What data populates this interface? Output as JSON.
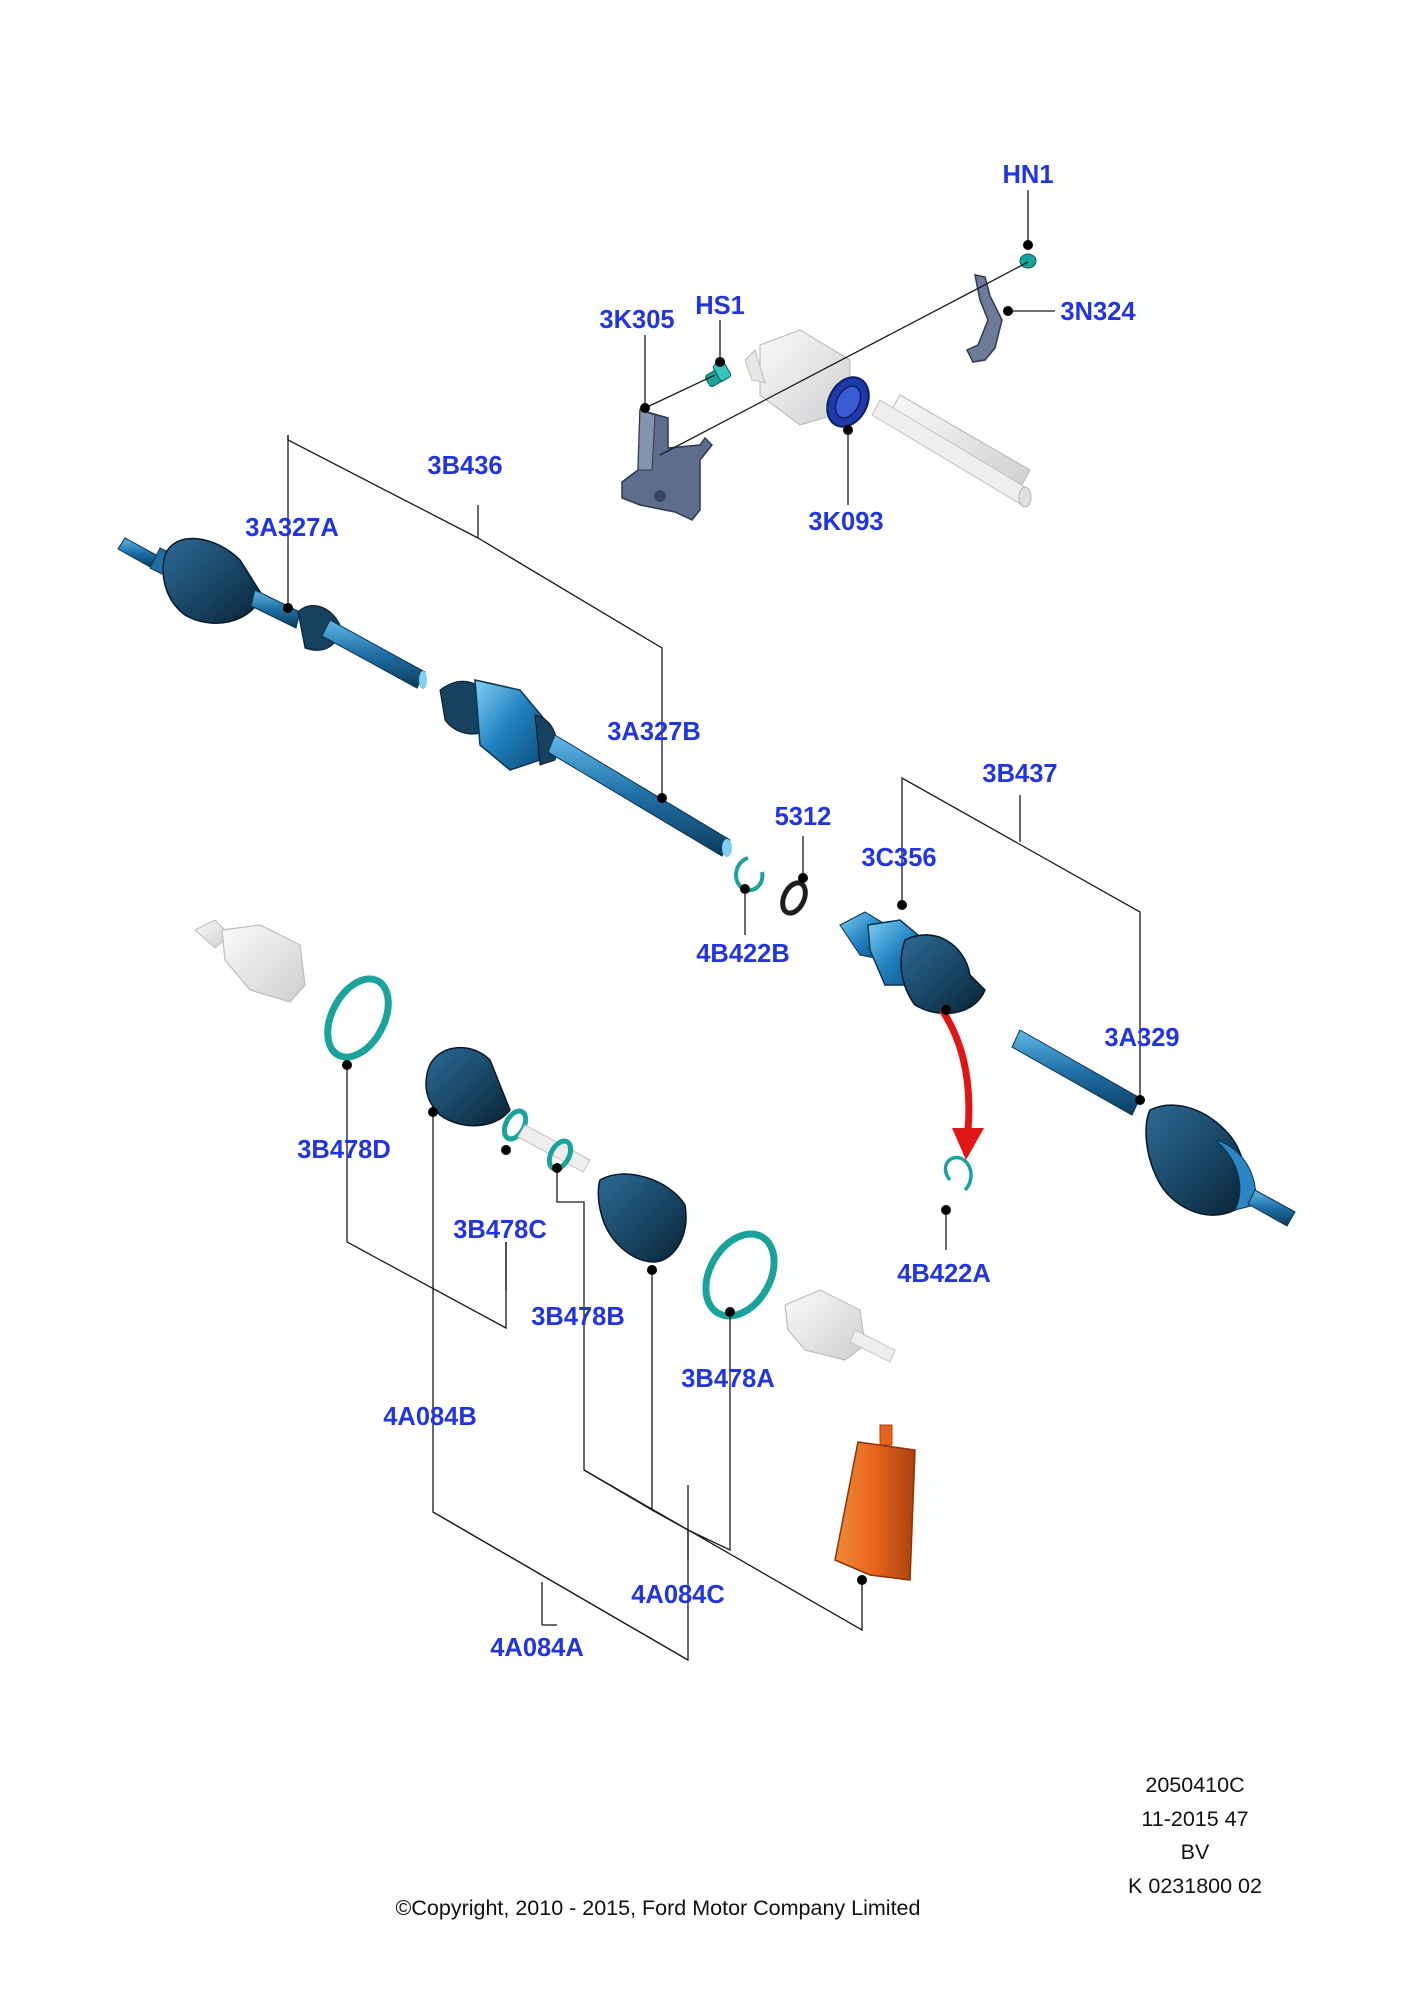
{
  "labels": {
    "HN1": "HN1",
    "3N324": "3N324",
    "3K305": "3K305",
    "HS1": "HS1",
    "3K093": "3K093",
    "3B436": "3B436",
    "3A327A": "3A327A",
    "3A327B": "3A327B",
    "3B437": "3B437",
    "5312": "5312",
    "3C356": "3C356",
    "4B422B": "4B422B",
    "3A329": "3A329",
    "4B422A": "4B422A",
    "3B478D": "3B478D",
    "3B478C": "3B478C",
    "3B478B": "3B478B",
    "3B478A": "3B478A",
    "4A084B": "4A084B",
    "4A084C": "4A084C",
    "4A084A": "4A084A"
  },
  "info_block": {
    "line1": "2050410C",
    "line2": "11-2015 47",
    "line3": "BV",
    "line4": "K 0231800 02"
  },
  "copyright": "©Copyright, 2010 - 2015, Ford Motor Company Limited",
  "colors": {
    "label": "#2235e3",
    "shaft_blue": "#1f6fa6",
    "boot_dark": "#16415f",
    "ring_teal": "#1aa39a",
    "bearing_blue": "#1d3aa8",
    "grease_orange": "#e8641c",
    "bracket_grey": "#5d6e8c",
    "ghost_grey": "#e4e4e4",
    "arrow_red": "#e01616"
  },
  "icons": [
    "red-arrow-icon"
  ]
}
